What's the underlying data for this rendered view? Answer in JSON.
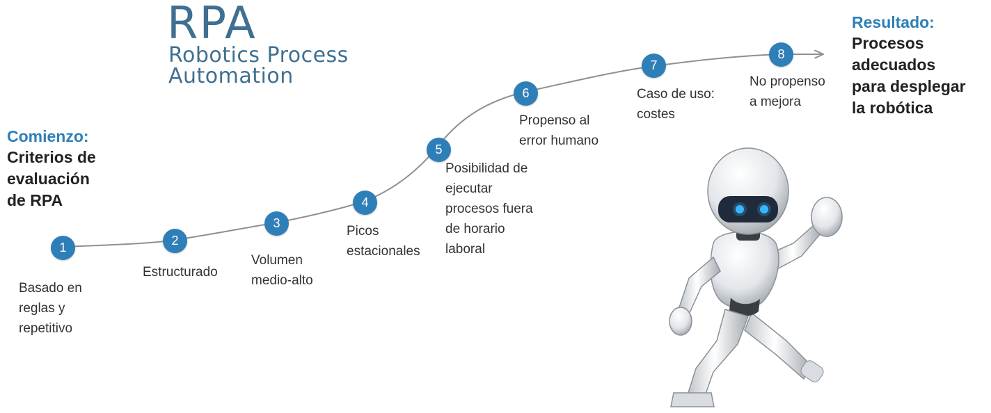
{
  "colors": {
    "accent": "#2e7fb8",
    "logo": "#3f6f91",
    "curve": "#8f8f8f"
  },
  "logo": {
    "title": "RPA",
    "subtitle_line1": "Robotics Process",
    "subtitle_line2": "Automation"
  },
  "start": {
    "label": "Comienzo:",
    "lines": [
      "Criterios de",
      "evaluación",
      "de RPA"
    ]
  },
  "result": {
    "label": "Resultado:",
    "lines": [
      "Procesos",
      "adecuados",
      "para desplegar",
      "la robótica"
    ]
  },
  "steps": [
    {
      "number": "1",
      "lines": [
        "Basado en",
        "reglas y",
        "repetitivo"
      ]
    },
    {
      "number": "2",
      "lines": [
        "Estructurado"
      ]
    },
    {
      "number": "3",
      "lines": [
        "Volumen",
        "medio-alto"
      ]
    },
    {
      "number": "4",
      "lines": [
        "Picos",
        "estacionales"
      ]
    },
    {
      "number": "5",
      "lines": [
        "Posibilidad de",
        "ejecutar",
        "procesos fuera",
        "de horario",
        "laboral"
      ]
    },
    {
      "number": "6",
      "lines": [
        "Propenso al",
        "error humano"
      ]
    },
    {
      "number": "7",
      "lines": [
        "Caso de uso:",
        "costes"
      ]
    },
    {
      "number": "8",
      "lines": [
        "No propenso",
        "a mejora"
      ]
    }
  ],
  "illustration": {
    "icon": "robot-icon"
  }
}
